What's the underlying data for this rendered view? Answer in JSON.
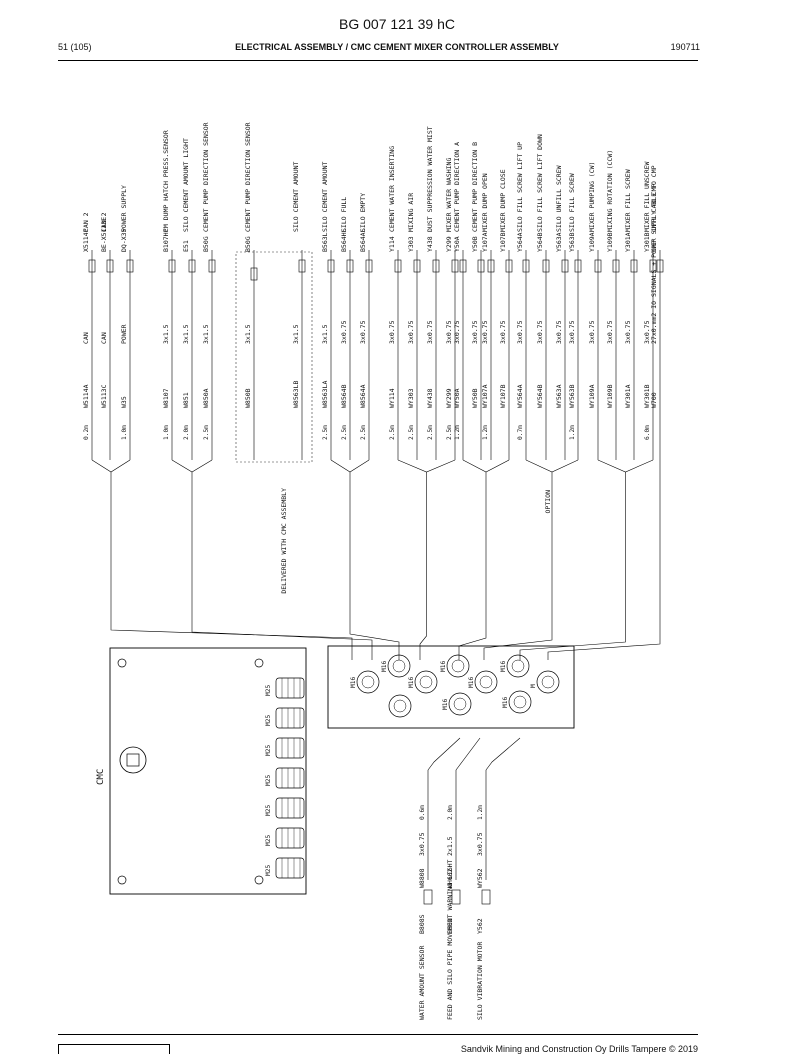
{
  "header": {
    "doc_code": "BG 007 121 39 hC",
    "page": "51 (105)",
    "title": "ELECTRICAL ASSEMBLY / CMC CEMENT MIXER CONTROLLER ASSEMBLY",
    "date": "190711"
  },
  "footer": {
    "text": "Sandvik Mining and Construction Oy Drills Tampere © 2019"
  },
  "top_harness": [
    {
      "len": "0.2m",
      "wire": "W5114A",
      "spec": "CAN",
      "conn": "X5114P",
      "desc": "CAN 2"
    },
    {
      "len": "",
      "wire": "W5113C",
      "spec": "CAN",
      "conn": "BE-X5113E",
      "desc": "CAN 2"
    },
    {
      "len": "1.0m",
      "wire": "W35",
      "spec": "POWER",
      "conn": "DQ-X35",
      "desc": "POWER SUPPLY"
    },
    {
      "len": "1.0m",
      "wire": "W8107",
      "spec": "3x1.5",
      "conn": "B107HP",
      "desc": "CM DUMP HATCH PRESS.SENSOR"
    },
    {
      "len": "2.0m",
      "wire": "W851",
      "spec": "3x1.5",
      "conn": "E51",
      "desc": "SILO CEMENT AMOUNT LIGHT"
    },
    {
      "len": "2.5m",
      "wire": "W850A",
      "spec": "3x1.5",
      "conn": "B50G",
      "desc": "CEMENT PUMP DIRECTION SENSOR"
    },
    {
      "len": "",
      "wire": "W850B",
      "spec": "3x1.5",
      "conn": "B50G",
      "desc": "CEMENT PUMP DIRECTION SENSOR"
    },
    {
      "len": "",
      "wire": "W8563LB",
      "spec": "3x1.5",
      "conn": "",
      "desc": "SILO CEMENT AMOUNT"
    },
    {
      "len": "2.5m",
      "wire": "W8563LA",
      "spec": "3x1.5",
      "conn": "B563L",
      "desc": "SILO CEMENT AMOUNT"
    },
    {
      "len": "2.5m",
      "wire": "W8564B",
      "spec": "3x0.75",
      "conn": "B564HL",
      "desc": "SILO FULL"
    },
    {
      "len": "2.5m",
      "wire": "W8564A",
      "spec": "3x0.75",
      "conn": "B564AL",
      "desc": "SILO EMPTY"
    },
    {
      "len": "2.5m",
      "wire": "WY114",
      "spec": "3x0.75",
      "conn": "Y114",
      "desc": "CEMENT WATER INSERTING"
    },
    {
      "len": "2.5m",
      "wire": "WY303",
      "spec": "3x0.75",
      "conn": "Y303",
      "desc": "MIXING AIR"
    },
    {
      "len": "2.5m",
      "wire": "WY438",
      "spec": "3x0.75",
      "conn": "Y438",
      "desc": "DUST SUPPRESSION WATER MIST"
    },
    {
      "len": "2.5m",
      "wire": "WY299",
      "spec": "3x0.75",
      "conn": "Y299",
      "desc": "MIXER WATER WASHING"
    },
    {
      "len": "1.2m",
      "wire": "WY50A",
      "spec": "3x0.75",
      "conn": "Y50A",
      "desc": "CEMENT PUMP DIRECTION A"
    },
    {
      "len": "",
      "wire": "WY50B",
      "spec": "3x0.75",
      "conn": "Y50B",
      "desc": "CEMENT PUMP DIRECTION B"
    },
    {
      "len": "1.2m",
      "wire": "WY107A",
      "spec": "3x0.75",
      "conn": "Y107A",
      "desc": "MIXER DUMP OPEN"
    },
    {
      "len": "",
      "wire": "WY107B",
      "spec": "3x0.75",
      "conn": "Y107B",
      "desc": "MIXER DUMP CLOSE"
    },
    {
      "len": "0.7m",
      "wire": "WY564A",
      "spec": "3x0.75",
      "conn": "Y564A",
      "desc": "SILO FILL SCREW LIFT UP"
    },
    {
      "len": "",
      "wire": "WY564B",
      "spec": "3x0.75",
      "conn": "Y564B",
      "desc": "SILO FILL SCREW LIFT DOWN"
    },
    {
      "len": "",
      "wire": "WY563A",
      "spec": "3x0.75",
      "conn": "Y563A",
      "desc": "SILO UNFILL SCREW"
    },
    {
      "len": "1.2m",
      "wire": "WY563B",
      "spec": "3x0.75",
      "conn": "Y563B",
      "desc": "SILO FILL SCREW"
    },
    {
      "len": "",
      "wire": "WY109A",
      "spec": "3x0.75",
      "conn": "Y109A",
      "desc": "MIXER PUMPING (CW)"
    },
    {
      "len": "",
      "wire": "WY109B",
      "spec": "3x0.75",
      "conn": "Y109B",
      "desc": "MIXING ROTATION (CCW)"
    },
    {
      "len": "",
      "wire": "WY301A",
      "spec": "3x0.75",
      "conn": "Y301A",
      "desc": "MIXER FILL SCREW"
    },
    {
      "len": "6.0m",
      "wire": "WY301B",
      "spec": "3x0.75",
      "conn": "Y301B",
      "desc": "MIXER FILL UNSCREW"
    },
    {
      "len": "",
      "wire": "W700",
      "spec": "27x0.mm2 IO SIGNALS + POWER SUPPLY TO CMP",
      "conn": "CMP",
      "desc": "CNTL CABLE TO CMP"
    }
  ],
  "notes": {
    "delivered": "DELIVERED WITH CMC ASSEMBLY",
    "option": "OPTION",
    "cmc": "CMC",
    "m": "M",
    "m25": "M25",
    "m16": "M16"
  },
  "bottom_harness": [
    {
      "len": "0.6m",
      "wire": "W8808",
      "spec": "3x0.75",
      "conn": "B808S",
      "desc": "WATER AMOUNT SENSOR"
    },
    {
      "len": "2.0m",
      "wire": "WH602",
      "spec": "2x1.5",
      "conn": "H602",
      "desc": "FEED AND SILO PIPE MOVEMENT WARNING LIGHT"
    },
    {
      "len": "1.2m",
      "wire": "WY562",
      "spec": "3x0.75",
      "conn": "Y562",
      "desc": "SILO VIBRATION MOTOR"
    }
  ]
}
